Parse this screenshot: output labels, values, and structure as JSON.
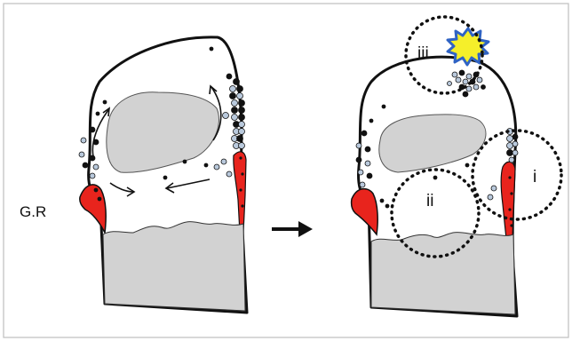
{
  "labels": {
    "growth_region": "G.R",
    "zone_i": "i",
    "zone_ii": "ii",
    "zone_iii": "iii"
  },
  "colors": {
    "outline": "#111111",
    "growth_plate_red": "#e8241d",
    "marrow_gray": "#d2d2d2",
    "cell_black": "#111111",
    "cell_blue": "#b9c9dc",
    "burst_yellow": "#f5ef2a",
    "burst_blue": "#2f63c4"
  },
  "icons": {
    "transition": "right-arrow-icon",
    "event": "starburst-icon"
  }
}
